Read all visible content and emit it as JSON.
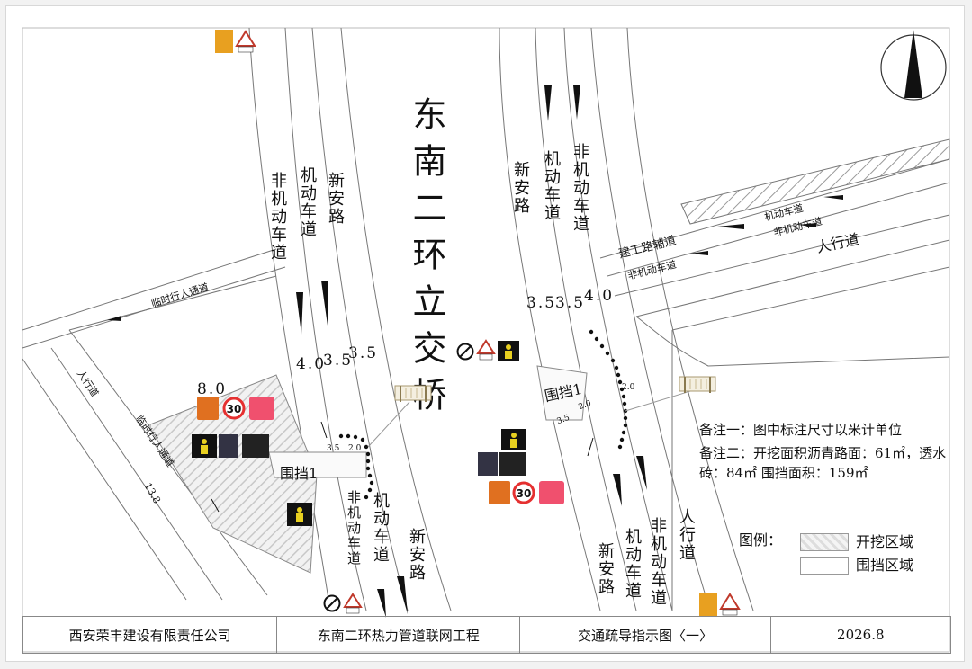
{
  "title_block": {
    "company": "西安荣丰建设有限责任公司",
    "project": "东南二环热力管道联网工程",
    "drawing": "交通疏导指示图〈一〉",
    "date": "2026.8"
  },
  "roads": {
    "interchange": "东南二环立交桥",
    "left_nonmotor": "非机动车道",
    "left_motor": "机动车道",
    "left_road": "新安路",
    "right_road": "新安路",
    "right_motor": "机动车道",
    "right_nonmotor": "非机动车道",
    "bottom_left_nonmotor": "非机动车道",
    "bottom_left_motor": "机动车道",
    "bottom_left_road": "新安路",
    "bottom_right_road": "新安路",
    "bottom_right_motor": "机动车道",
    "bottom_right_nonmotor": "非机动车道",
    "bottom_right_sidewalk": "人行道",
    "jiangong_aux": "建工路辅道",
    "motor_lane_small": "机动车道",
    "nonmotor_lane_small_1": "非机动车道",
    "nonmotor_lane_small_2": "非机动车道",
    "sidewalk_right": "人行道",
    "temp_walkway": "临时行人通道",
    "sidewalk_left": "人行道",
    "temp_walkway_left": "临时行人通道"
  },
  "dimensions": {
    "left_top": [
      "4.0",
      "3.5",
      "3.5"
    ],
    "right_top": [
      "3.5",
      "3.5",
      "4.0"
    ],
    "excavation_width": "8.0",
    "left_length": "13.8",
    "left_small_1": "3.5",
    "left_small_2": "2.0",
    "right_small_1": "3.5",
    "right_small_2": "2.0",
    "right_small_3": "2.0"
  },
  "barriers": {
    "left": "围挡1",
    "right": "围挡1"
  },
  "notes": {
    "note1": "备注一：图中标注尺寸以米计单位",
    "note2": "备注二：开挖面积沥青路面：61㎡，透水砖：84㎡ 围挡面积：159㎡"
  },
  "legend": {
    "title": "图例：",
    "excavation": "开挖区域",
    "barrier": "围挡区域"
  },
  "signs": {
    "speed": "30",
    "small_speed": "30",
    "no_pass": "禁"
  },
  "colors": {
    "sign_orange": "#e8a020",
    "speed_red": "#e53030",
    "barrier_pink": "#f0506e",
    "hatch_gray": "#bbbbbb",
    "fence_tan": "#c8b890"
  }
}
